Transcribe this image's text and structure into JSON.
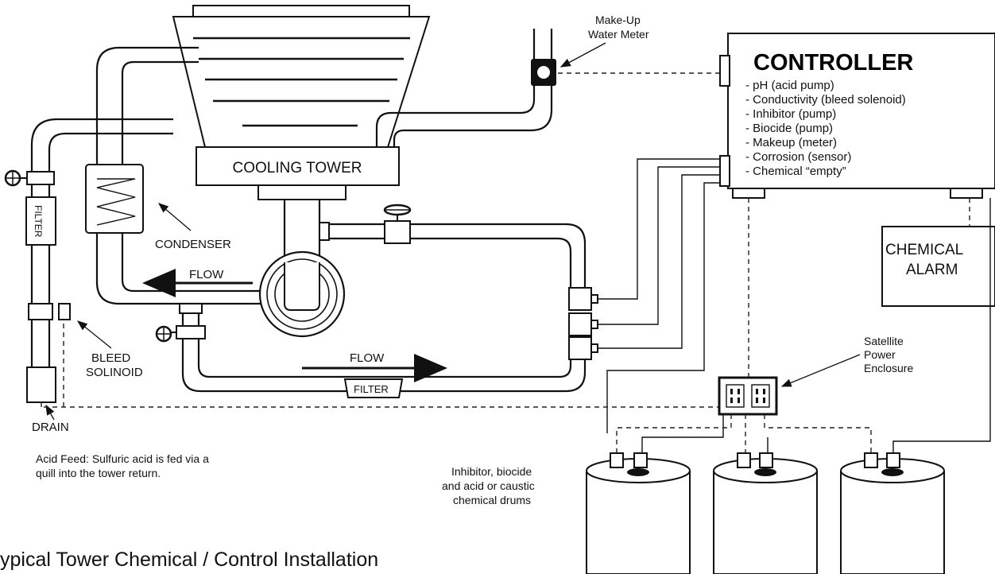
{
  "labels": {
    "cooling_tower": "COOLING TOWER",
    "makeup_meter_line1": "Make-Up",
    "makeup_meter_line2": "Water Meter",
    "condenser": "CONDENSER",
    "flow_upper": "FLOW",
    "flow_lower": "FLOW",
    "filter_vertical": "FILTER",
    "filter_horizontal": "FILTER",
    "bleed_line1": "BLEED",
    "bleed_line2": "SOLINOID",
    "drain": "DRAIN",
    "acid_note_line1": "Acid Feed: Sulfuric acid is fed via a",
    "acid_note_line2": "quill into the tower return.",
    "satellite_line1": "Satellite",
    "satellite_line2": "Power",
    "satellite_line3": "Enclosure",
    "drums_line1": "Inhibitor, biocide",
    "drums_line2": "and acid or caustic",
    "drums_line3": "chemical drums",
    "alarm_line1": "CHEMICAL",
    "alarm_line2": "ALARM",
    "caption": "ypical Tower Chemical / Control Installation"
  },
  "controller": {
    "title": "CONTROLLER",
    "items": [
      "- pH (acid pump)",
      "- Conductivity (bleed solenoid)",
      "- Inhibitor (pump)",
      "- Biocide (pump)",
      "- Makeup (meter)",
      "- Corrosion (sensor)",
      "- Chemical “empty”"
    ]
  }
}
